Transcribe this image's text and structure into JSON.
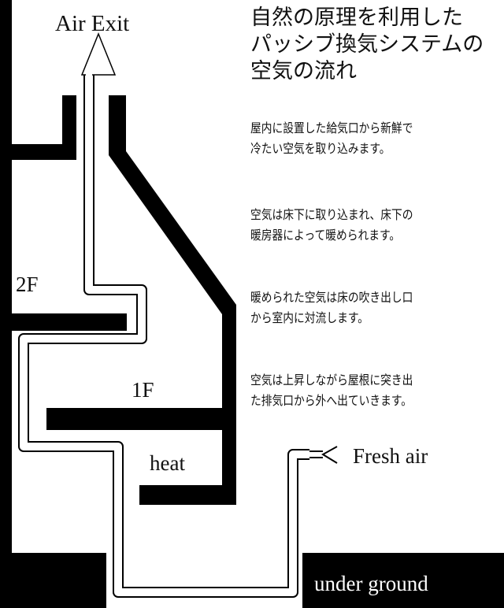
{
  "title_lines": [
    "自然の原理を利用した",
    "パッシブ換気システムの",
    "空気の流れ"
  ],
  "steps": [
    {
      "lines": [
        "屋内に設置した給気口から新鮮で",
        "冷たい空気を取り込みます。"
      ]
    },
    {
      "lines": [
        "空気は床下に取り込まれ、床下の",
        "暖房器によって暖められます。"
      ]
    },
    {
      "lines": [
        "暖められた空気は床の吹き出し口",
        "から室内に対流します。"
      ]
    },
    {
      "lines": [
        "空気は上昇しながら屋根に突き出",
        "た排気口から外へ出ていきます。"
      ]
    }
  ],
  "labels": {
    "air_exit": "Air Exit",
    "floor_2f": "2F",
    "floor_1f": "1F",
    "heat": "heat",
    "fresh_air": "Fresh air",
    "under_ground": "under ground"
  },
  "colors": {
    "structure": "#000000",
    "background": "#ffffff",
    "text": "#111111"
  }
}
